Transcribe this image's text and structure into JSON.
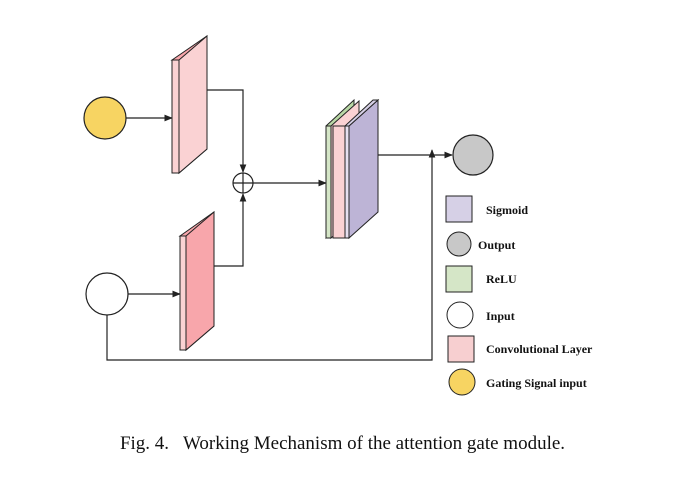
{
  "legend": [
    {
      "label": "Sigmoid",
      "shape": "square",
      "color": "#d6d0e6"
    },
    {
      "label": "Output",
      "shape": "circle",
      "color": "#c8c8c8"
    },
    {
      "label": "ReLU",
      "shape": "square",
      "color": "#d5e6c7"
    },
    {
      "label": "Input",
      "shape": "circle",
      "color": "#ffffff"
    },
    {
      "label": "Convolutional Layer",
      "shape": "square",
      "color": "#f7cfd0"
    },
    {
      "label": "Gating Signal input",
      "shape": "circle",
      "color": "#f7d462"
    }
  ],
  "caption": {
    "prefix": "Fig. 4.",
    "text": "Working Mechanism of the attention gate module."
  },
  "colors": {
    "gating": "#f7d462",
    "input": "#ffffff",
    "output": "#c8c8c8",
    "conv_front": "#f8a6ab",
    "conv_light": "#fad2d3",
    "relu": "#b9d8a6",
    "sigmoid": "#bdb4d6",
    "stroke": "#222222"
  }
}
